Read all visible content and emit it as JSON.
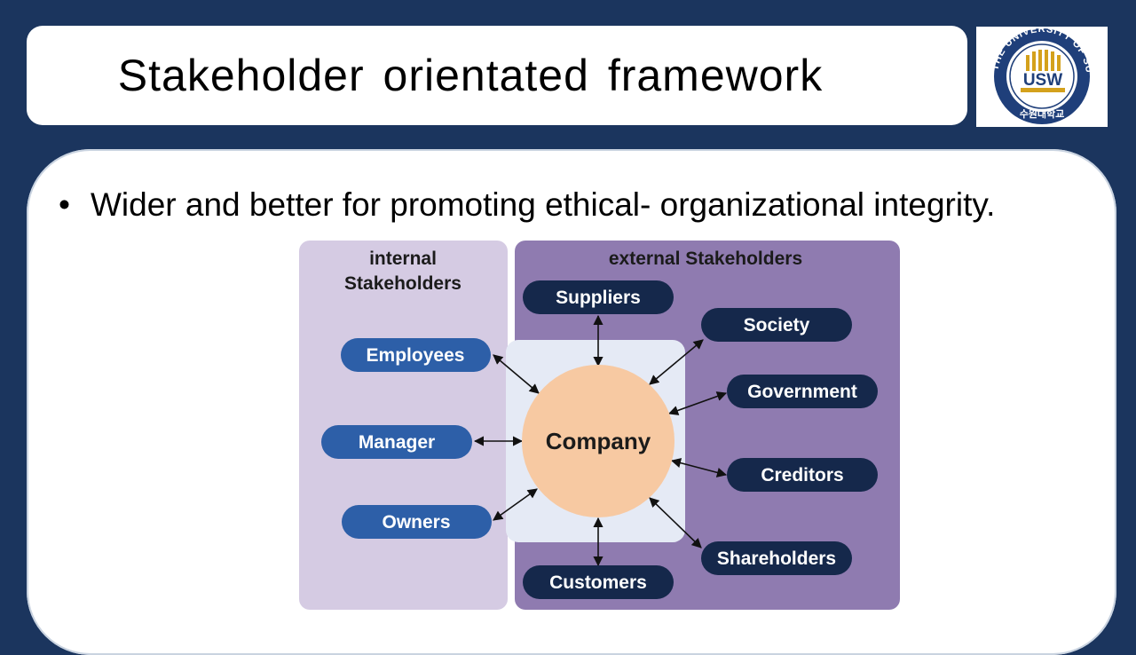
{
  "slide": {
    "title": "Stakeholder orientated framework",
    "bullet": "Wider and better for promoting ethical- organizational integrity.",
    "logo_text": {
      "ring": "THE UNIVERSITY OF SUWON",
      "korean": "수원대학교",
      "mark": "USW"
    }
  },
  "diagram": {
    "internal_heading_line1": "internal",
    "internal_heading_line2": "Stakeholders",
    "external_heading": "external Stakeholders",
    "center": "Company",
    "internal": [
      "Employees",
      "Manager",
      "Owners"
    ],
    "external": [
      "Suppliers",
      "Society",
      "Government",
      "Creditors",
      "Shareholders",
      "Customers"
    ]
  },
  "colors": {
    "background": "#1b355e",
    "internal_panel": "#d5cbe3",
    "external_panel": "#8f7bb0",
    "center_panel": "#e5eaf5",
    "company_circle": "#f7c9a2",
    "internal_pill": "#2d5fa8",
    "external_pill": "#15284b"
  }
}
